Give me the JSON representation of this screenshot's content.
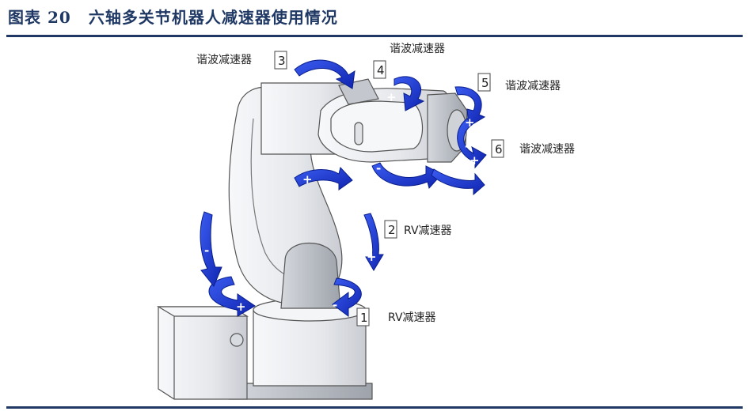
{
  "figure": {
    "label": "图表",
    "number": "20",
    "caption": "六轴多关节机器人减速器使用情况"
  },
  "joints": [
    {
      "num": "1",
      "reducer": "RV减速器"
    },
    {
      "num": "2",
      "reducer": "RV减速器"
    },
    {
      "num": "3",
      "reducer": "谐波减速器"
    },
    {
      "num": "4",
      "reducer": "谐波减速器"
    },
    {
      "num": "5",
      "reducer": "谐波减速器"
    },
    {
      "num": "6",
      "reducer": "谐波减速器"
    }
  ],
  "signs": {
    "plus": "+",
    "minus": "-"
  },
  "colors": {
    "title": "#1f3864",
    "arrow": "#1432c8",
    "arrow_stroke": "#0a1f8c",
    "robot": "#eef0f3",
    "robot_dark": "#8a8f98"
  }
}
